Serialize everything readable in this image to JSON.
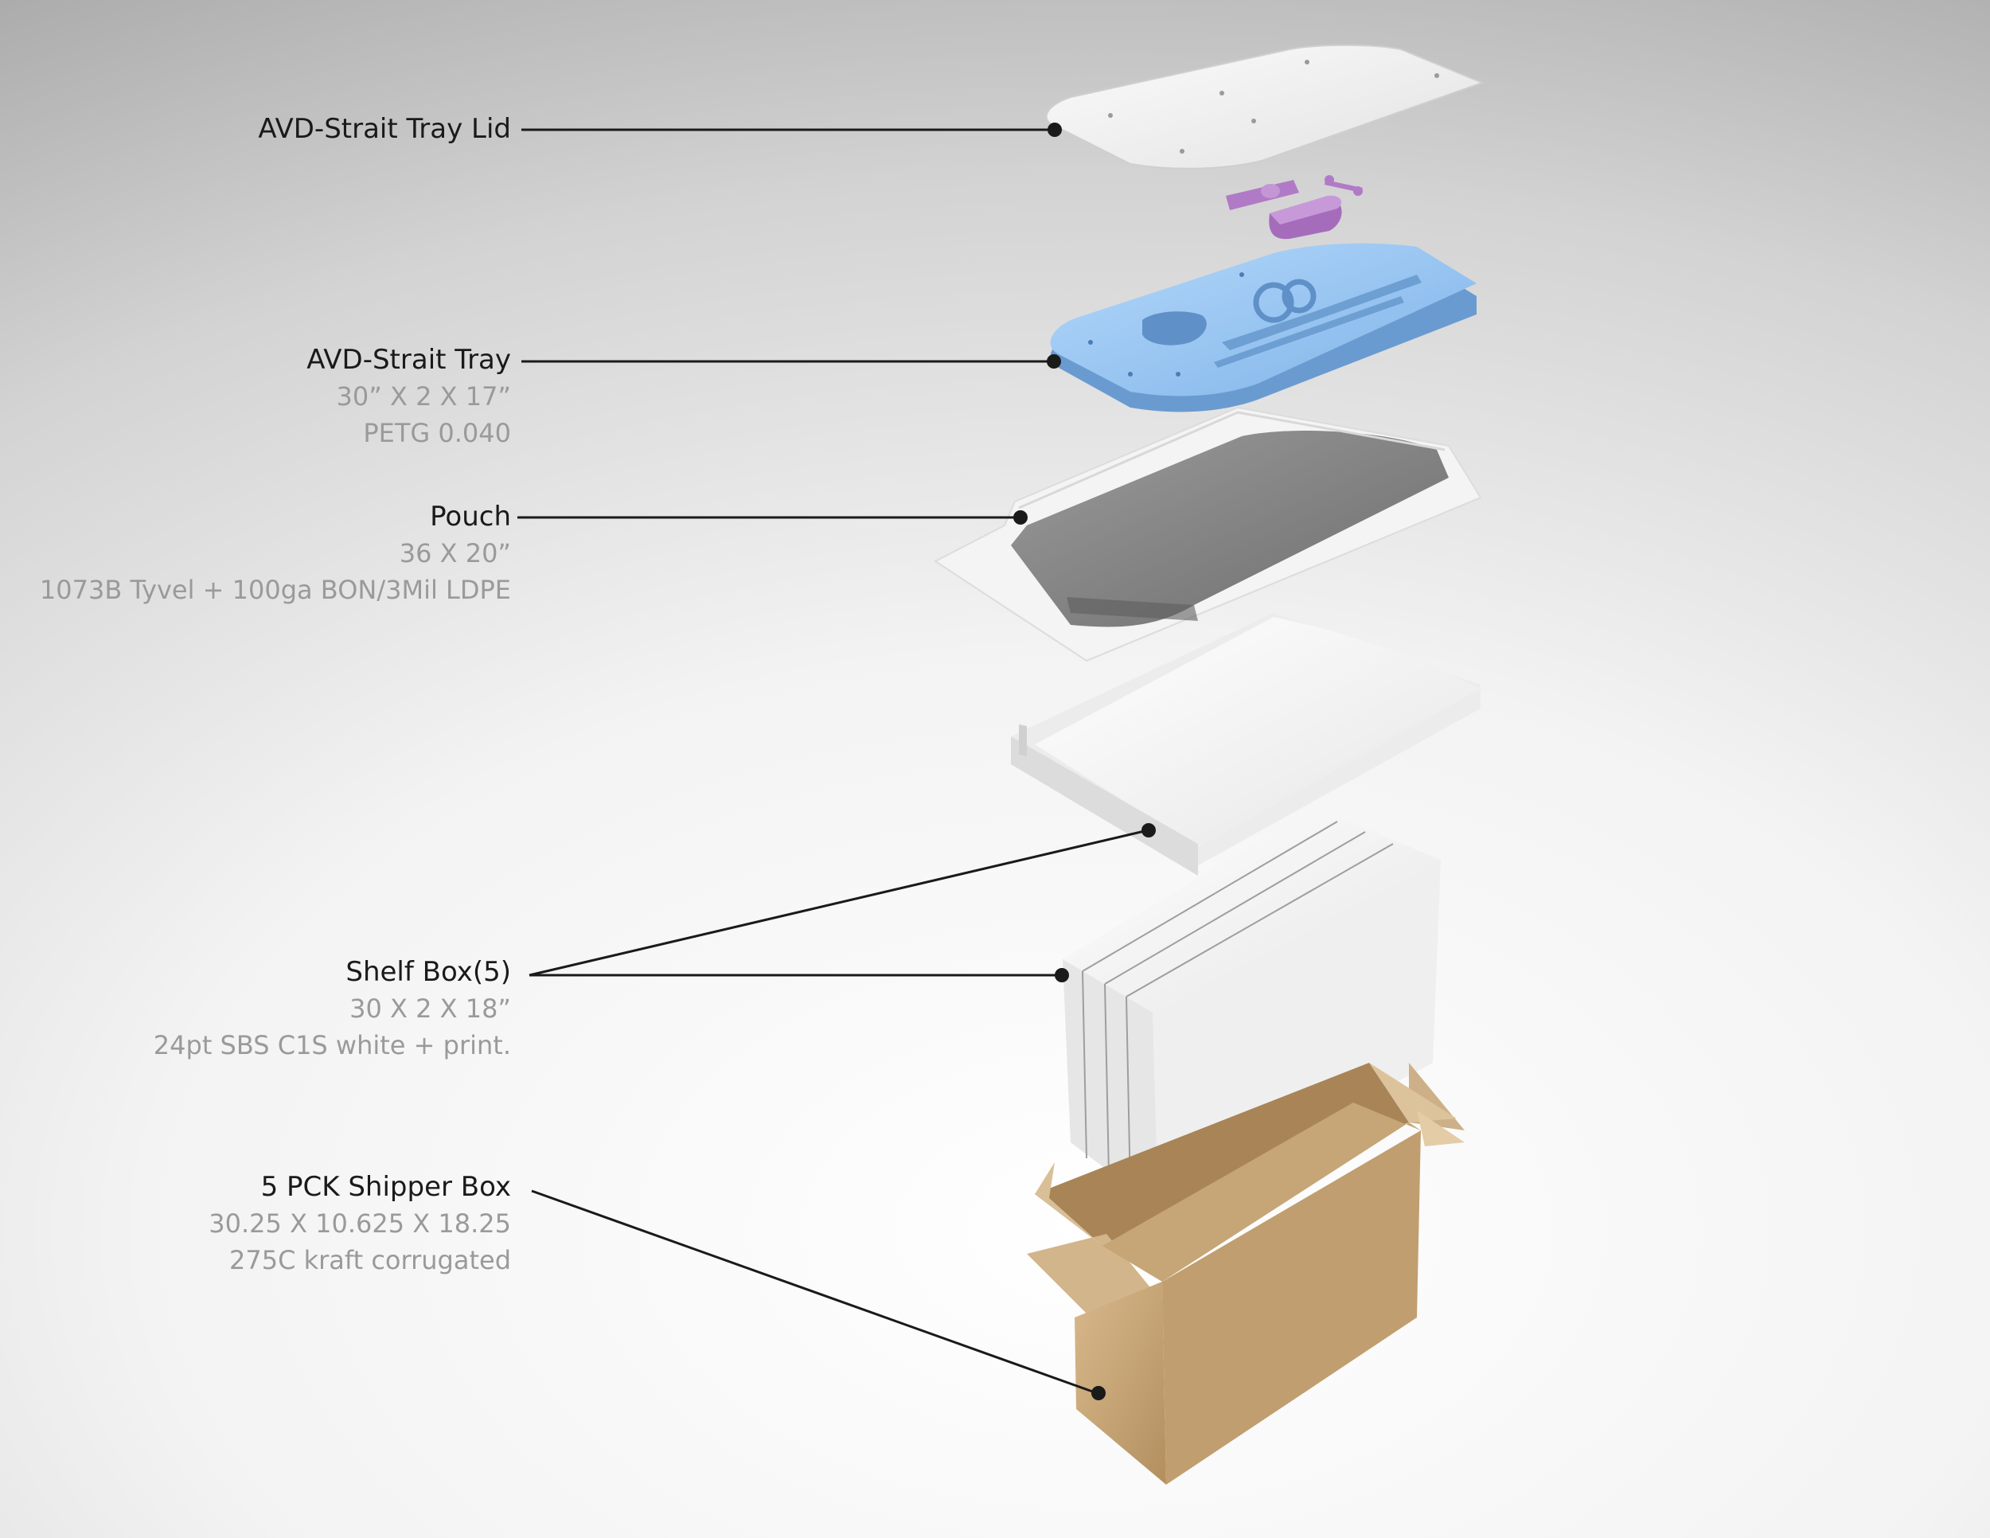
{
  "colors": {
    "leader_line": "#1a1a1a",
    "name_text": "#1a1a1a",
    "spec_text": "#9a9a9a",
    "tray_blue": "#8ec0f2",
    "insert_purple": "#b17ac6",
    "kraft": "#c4a377",
    "pouch_gray": "#7d7d7d"
  },
  "callouts": {
    "lid": {
      "name": "AVD-Strait Tray Lid"
    },
    "tray": {
      "name": "AVD-Strait Tray",
      "spec1": "30” X 2 X 17”",
      "spec2": "PETG 0.040"
    },
    "pouch": {
      "name": "Pouch",
      "spec1": "36 X 20”",
      "spec2": "1073B Tyvel + 100ga BON/3Mil LDPE"
    },
    "shelf_box": {
      "name": "Shelf Box(5)",
      "spec1": "30 X 2 X 18”",
      "spec2": "24pt SBS C1S white + print."
    },
    "shipper": {
      "name": "5 PCK Shipper Box",
      "spec1": "30.25 X 10.625 X 18.25",
      "spec2": "275C kraft corrugated"
    }
  }
}
